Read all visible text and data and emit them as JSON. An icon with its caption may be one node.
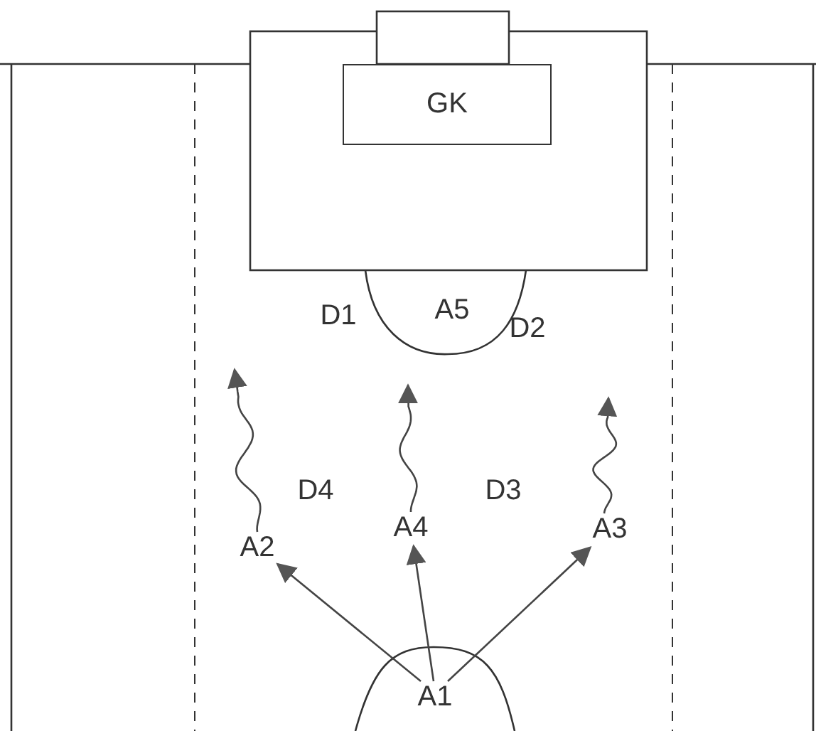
{
  "diagram": {
    "nodes": [
      {
        "text": [
          "GK"
        ]
      },
      {
        "text": [
          "D1"
        ]
      },
      {
        "text": [
          "A5"
        ]
      },
      {
        "text": [
          "D2"
        ]
      },
      {
        "text": [
          "D4"
        ]
      },
      {
        "text": [
          "D3"
        ]
      },
      {
        "text": [
          "A2"
        ]
      },
      {
        "text": [
          "A4"
        ]
      },
      {
        "text": [
          "A3"
        ]
      },
      {
        "text": [
          "A1"
        ]
      }
    ],
    "edges": [
      {
        "from": 6,
        "to": null,
        "arrow": "to"
      },
      {
        "from": 7,
        "to": null,
        "arrow": "to"
      },
      {
        "from": 8,
        "to": null,
        "arrow": "to"
      },
      {
        "from": 9,
        "to": 6,
        "arrow": "to"
      },
      {
        "from": 9,
        "to": 7,
        "arrow": "to"
      },
      {
        "from": 9,
        "to": 8,
        "arrow": "to"
      }
    ]
  }
}
